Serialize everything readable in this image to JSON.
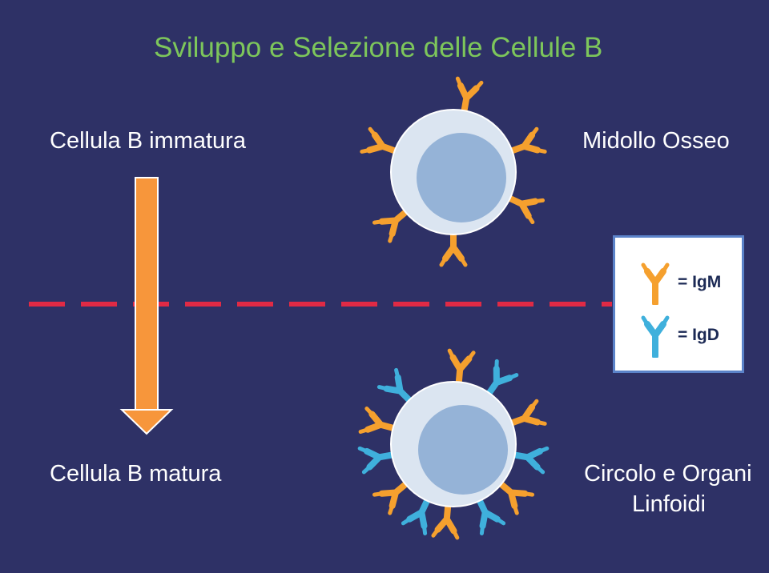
{
  "title": "Sviluppo e Selezione delle Cellule B",
  "labels": {
    "immature": "Cellula B immatura",
    "mature": "Cellula B matura",
    "bone_marrow": "Midollo Osseo",
    "circulation_line1": "Circolo e Organi",
    "circulation_line2": "Linfoidi"
  },
  "legend": {
    "igm": "= IgM",
    "igd": "= IgD"
  },
  "colors": {
    "background": "#2e3166",
    "title": "#7dc65b",
    "igm": "#f5a02e",
    "igd": "#3fb0dc",
    "arrow": "#f7963b",
    "divider": "#e02a45",
    "cell_outer": "#dbe5f1",
    "cell_nucleus": "#95b3d7"
  }
}
